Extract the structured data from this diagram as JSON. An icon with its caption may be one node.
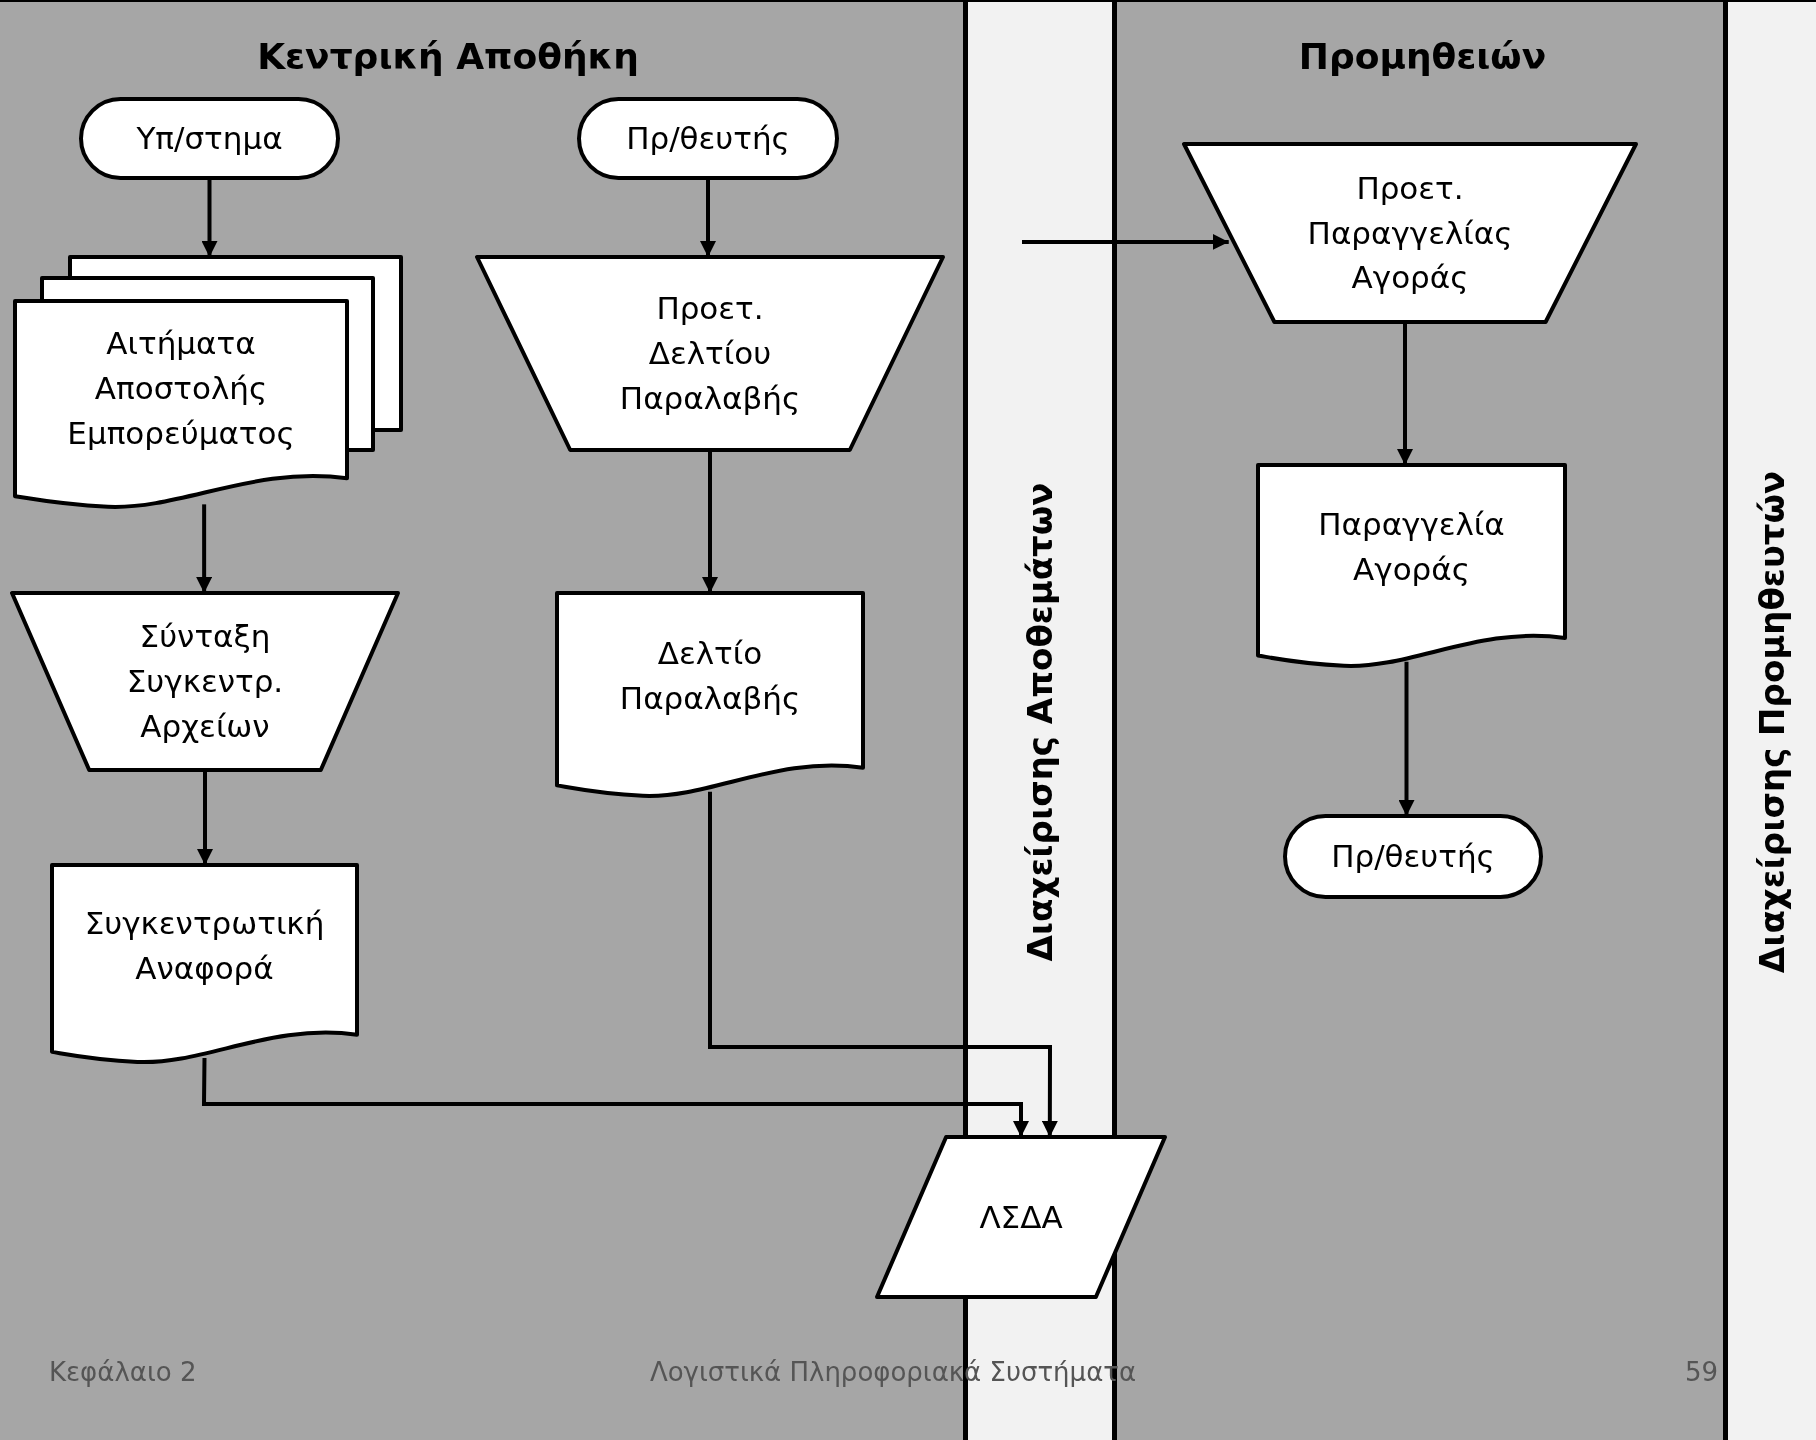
{
  "diagram": {
    "nodes": [
      {
        "text": [
          "Κεντρική Αποθήκη"
        ],
        "beside": [
          "Διαχείρισης Αποθεμάτων"
        ]
      },
      {
        "text": [
          "Προμηθειών"
        ],
        "beside": [
          "Διαχείρισης Προμηθευτών"
        ]
      },
      {
        "text": [
          "Υπ/στημα"
        ],
        "in": 0
      },
      {
        "text": [
          "Αιτήματα Αποστολής Εμπορεύματος"
        ],
        "in": 0
      },
      {
        "text": [
          "Σύνταξη Συγκεντρ. Αρχείων"
        ],
        "in": 0
      },
      {
        "text": [
          "Συγκεντρωτική Αναφορά"
        ],
        "in": 0
      },
      {
        "text": [
          "Πρ/θευτής"
        ],
        "in": 0
      },
      {
        "text": [
          "Προετ. Δελτίου Παραλαβής"
        ],
        "in": 0
      },
      {
        "text": [
          "Δελτίο Παραλαβής"
        ],
        "in": 0
      },
      {
        "text": [
          "Προετ. Παραγγελίας Αγοράς"
        ],
        "in": 1
      },
      {
        "text": [
          "Παραγγελία Αγοράς"
        ],
        "in": 1
      },
      {
        "text": [
          "Πρ/θευτής"
        ],
        "in": 1
      },
      {
        "text": [
          "ΛΣΔΑ"
        ]
      }
    ],
    "edges": [
      {
        "from": 2,
        "to": 3,
        "arrow": "to"
      },
      {
        "from": 3,
        "to": 4,
        "arrow": "to"
      },
      {
        "from": 4,
        "to": 5,
        "arrow": "to"
      },
      {
        "from": 6,
        "to": 7,
        "arrow": "to"
      },
      {
        "from": 7,
        "to": 8,
        "arrow": "to"
      },
      {
        "from": 5,
        "to": 12,
        "arrow": "to"
      },
      {
        "from": 8,
        "to": 12,
        "arrow": "to"
      },
      {
        "from": null,
        "to": 9,
        "arrow": "to"
      },
      {
        "from": 9,
        "to": 10,
        "arrow": "to"
      },
      {
        "from": 10,
        "to": 11,
        "arrow": "to"
      }
    ],
    "labels": [
      "Κεφάλαιο 2",
      "Λογιστικά Πληροφοριακά Συστήματα",
      "59"
    ]
  }
}
